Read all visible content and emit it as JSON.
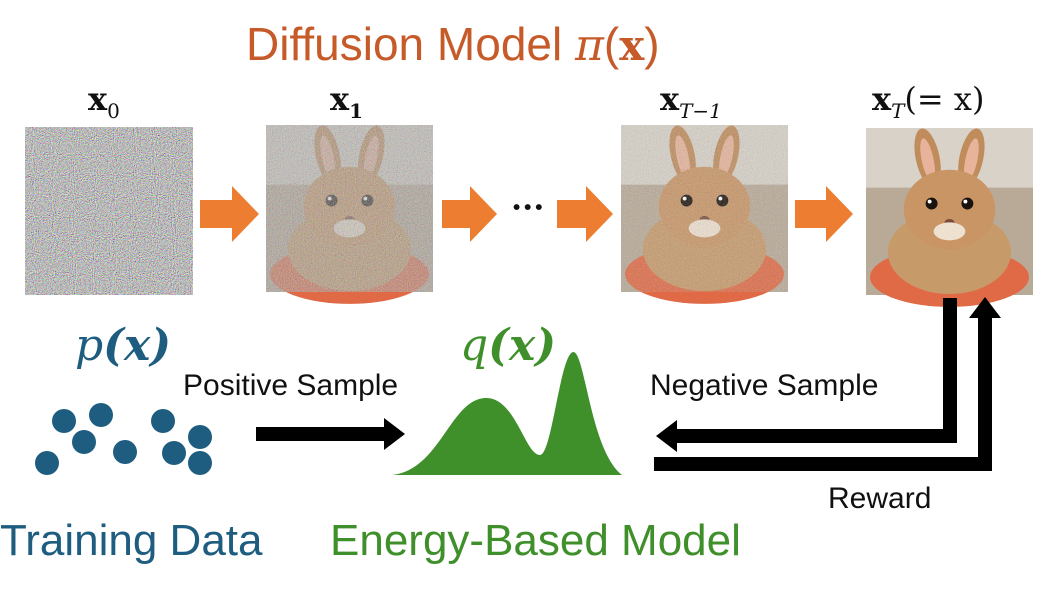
{
  "title": {
    "text": "Diffusion Model ",
    "math": "π",
    "paren_open": "(",
    "var": "x",
    "paren_close": ")"
  },
  "steps": [
    {
      "label": "x",
      "sub": "0",
      "noise": 1.0
    },
    {
      "label": "x",
      "sub": "1",
      "noise": 0.75
    },
    {
      "label": "x",
      "sub": "T−1",
      "noise": 0.4
    },
    {
      "label": "x",
      "sub": "T",
      "suffix": "(= x)",
      "noise": 0.0
    }
  ],
  "ellipsis": "···",
  "training": {
    "math_fn": "p",
    "math_arg": "(x)",
    "caption": "Training Data"
  },
  "ebm": {
    "math_fn": "q",
    "math_arg": "(x)",
    "caption": "Energy-Based Model"
  },
  "edges": {
    "positive": "Positive Sample",
    "negative": "Negative Sample",
    "reward": "Reward"
  },
  "colors": {
    "diffusion": "#c65a28",
    "arrow_orange": "#ed7d31",
    "training": "#1e5d80",
    "ebm": "#3f8f2a",
    "black": "#000000"
  }
}
